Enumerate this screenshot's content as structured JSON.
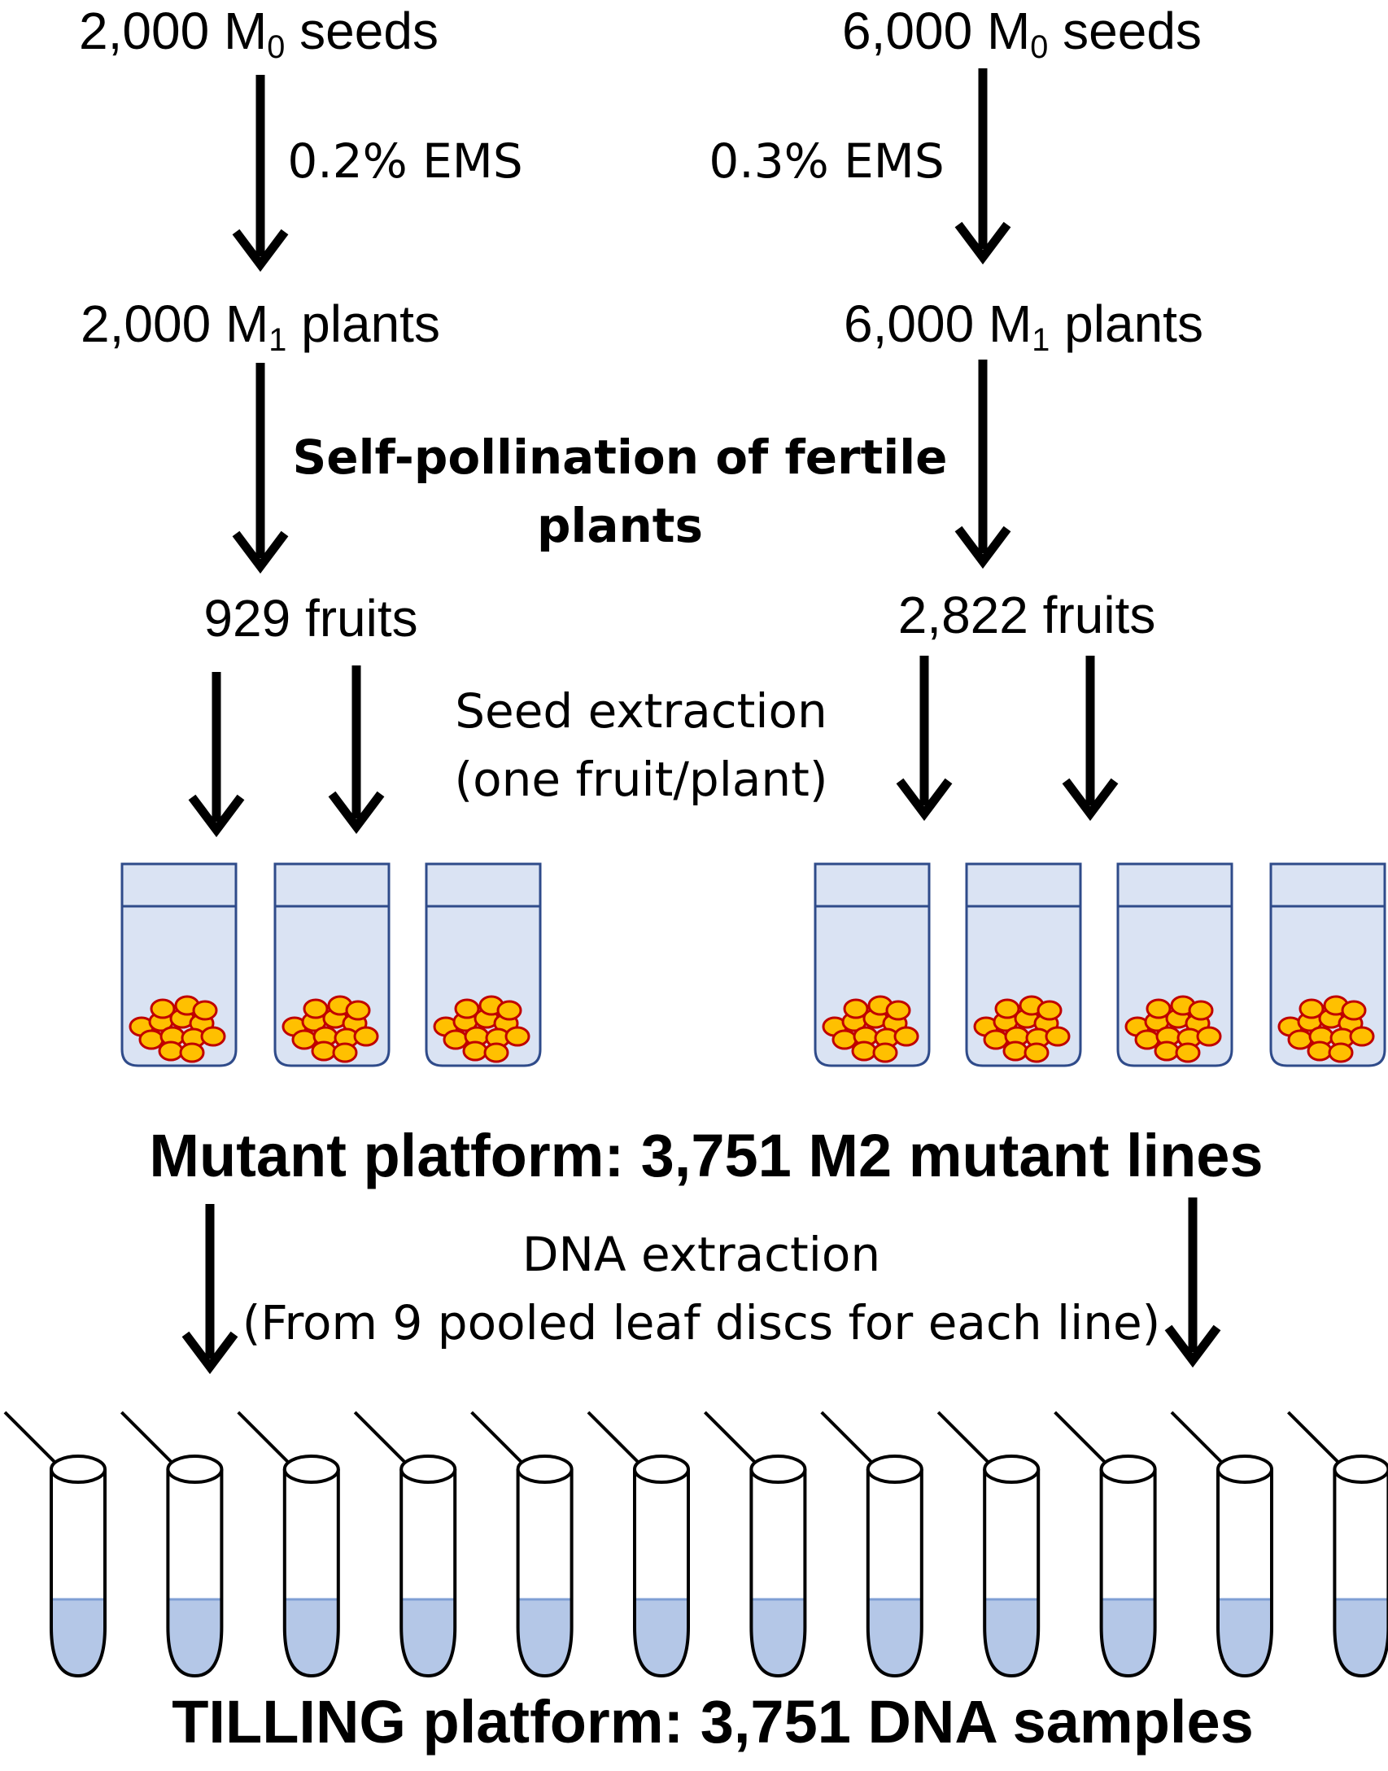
{
  "left_branch": {
    "seeds": {
      "count": "2,000",
      "unit": "M",
      "sub": "0",
      "suffix": " seeds"
    },
    "treatment": "0.2% EMS",
    "plants": {
      "count": "2,000",
      "unit": "M",
      "sub": "1",
      "suffix": " plants"
    },
    "fruits": "929 fruits"
  },
  "right_branch": {
    "seeds": {
      "count": "6,000",
      "unit": "M",
      "sub": "0",
      "suffix": " seeds"
    },
    "treatment": "0.3% EMS",
    "plants": {
      "count": "6,000",
      "unit": "M",
      "sub": "1",
      "suffix": " plants"
    },
    "fruits": "2,822 fruits"
  },
  "steps": {
    "self_pollination": [
      "Self-pollination of fertile",
      "plants"
    ],
    "seed_extraction": [
      "Seed extraction",
      "(one fruit/plant)"
    ],
    "dna_extraction": [
      "DNA extraction",
      "(From 9 pooled leaf discs for each line)"
    ]
  },
  "platforms": {
    "mutant": "Mutant platform: 3,751 M2 mutant lines",
    "tilling": "TILLING platform: 3,751 DNA samples"
  },
  "colors": {
    "ink": "#000000",
    "container_fill": "#dae3f3",
    "container_stroke": "#2f4b8a",
    "seed_fill": "#ffc000",
    "seed_stroke": "#c00000",
    "tube_liquid": "#b4c7e7",
    "tube_stroke": "#000000"
  },
  "icons": {
    "arrow": "down-arrow-icon",
    "container": "seed-container-icon",
    "tube": "microtube-icon"
  }
}
